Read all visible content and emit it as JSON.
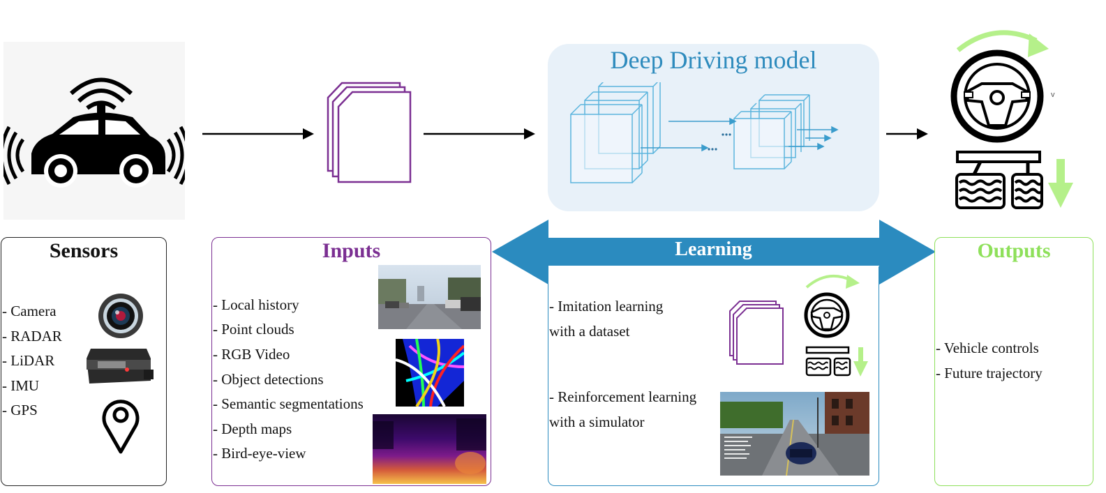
{
  "colors": {
    "inputs": "#7b2f92",
    "learning": "#2b8bbf",
    "outputs": "#8ee05a",
    "model_bg": "#e8f1f9"
  },
  "icons": {
    "vehicle": "autonomous-car-icon",
    "frames": "stacked-frames-icon",
    "controls": "steering-wheel-and-pedals-icon",
    "camera": "camera-lens-icon",
    "lidar": "lidar-device-icon",
    "gps": "location-pin-icon"
  },
  "model": {
    "title": "Deep Driving model"
  },
  "sensors": {
    "title": "Sensors",
    "items": [
      "- Camera",
      "- RADAR",
      "- LiDAR",
      "- IMU",
      "- GPS"
    ]
  },
  "inputs": {
    "title": "Inputs",
    "items": [
      "- Local history",
      "- Point clouds",
      "- RGB Video",
      "- Object detections",
      "- Semantic segmentations",
      "- Depth maps",
      "- Bird-eye-view"
    ]
  },
  "learning": {
    "title": "Learning",
    "imitation": {
      "line1": "- Imitation learning",
      "line2": "with a dataset"
    },
    "reinforcement": {
      "line1": "- Reinforcement learning",
      "line2": "with a simulator"
    }
  },
  "outputs": {
    "title": "Outputs",
    "items": [
      "- Vehicle controls",
      "- Future trajectory"
    ]
  },
  "misc": {
    "small_mark": "v"
  }
}
